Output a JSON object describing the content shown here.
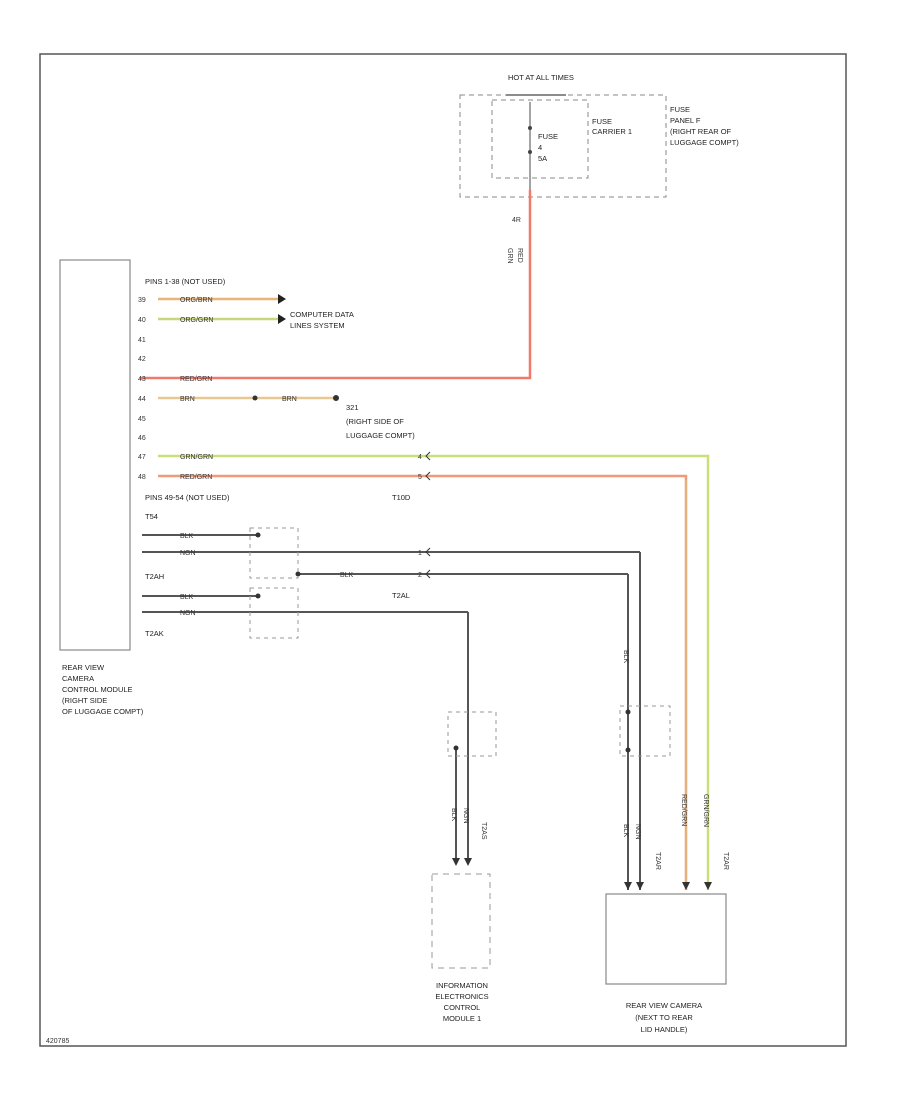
{
  "hot_at_all_times": "HOT AT ALL TIMES",
  "fuse_panel": {
    "label_lines": [
      "FUSE",
      "PANEL F",
      "(RIGHT REAR OF",
      "LUGGAGE COMPT)"
    ],
    "carrier_label_lines": [
      "FUSE",
      "CARRIER 1"
    ],
    "fuse_name": "FUSE",
    "fuse_number": "4",
    "fuse_amps": "5A",
    "pin": "4R"
  },
  "feed_wire": {
    "color_text_lines": [
      "RED",
      "GRN"
    ]
  },
  "module": {
    "label_lines": [
      "REAR VIEW",
      "CAMERA",
      "CONTROL MODULE",
      "(RIGHT SIDE",
      "OF LUGGAGE COMPT)"
    ],
    "connector_notes": [
      "PINS 1-38 (NOT USED)",
      "PINS 49-54 (NOT USED)"
    ],
    "pins": [
      {
        "pin": "39",
        "wire": "ORG/BRN"
      },
      {
        "pin": "40",
        "wire": "ORG/GRN"
      },
      {
        "pin": "41",
        "wire": ""
      },
      {
        "pin": "42",
        "wire": ""
      },
      {
        "pin": "43",
        "wire": "RED/GRN"
      },
      {
        "pin": "44",
        "wire": "BRN"
      },
      {
        "pin": "45",
        "wire": ""
      },
      {
        "pin": "46",
        "wire": ""
      },
      {
        "pin": "47",
        "wire": "GRN/GRN"
      },
      {
        "pin": "48",
        "wire": "RED/GRN"
      }
    ],
    "connectors": [
      "T54",
      "T2AH",
      "T2AK"
    ],
    "coax_wires": [
      "BLK",
      "NGN",
      "BLK",
      "NGN"
    ]
  },
  "can_label_lines": [
    "COMPUTER DATA",
    "LINES SYSTEM"
  ],
  "ground": {
    "wire": "BRN",
    "name": "321",
    "label_lines": [
      "(RIGHT SIDE OF",
      "LUGGAGE COMPT)"
    ]
  },
  "inline_connector": {
    "name": "T10D",
    "pins": [
      "4",
      "5"
    ]
  },
  "t2al": {
    "name": "T2AL",
    "wire": "BLK",
    "pins": [
      "1",
      "2"
    ]
  },
  "info_module": {
    "label_lines": [
      "INFORMATION",
      "ELECTRONICS",
      "CONTROL",
      "MODULE 1"
    ],
    "connector": "T2AS",
    "wires": [
      "BLK",
      "NGN"
    ]
  },
  "camera": {
    "label_lines": [
      "REAR VIEW CAMERA",
      "(NEXT TO REAR",
      "LID HANDLE)"
    ],
    "coax_connector": "T2AR",
    "power_connector": "T2AR",
    "wires": [
      "BLK",
      "NGN",
      "RED/GRN",
      "GRN/GRN"
    ]
  },
  "figure_id": "420785",
  "colors": {
    "red_wire": "#f07a6a",
    "green_wire": "#c9e07a",
    "orange_wire": "#e8b478",
    "coax": "#555555",
    "box": "#666666"
  }
}
